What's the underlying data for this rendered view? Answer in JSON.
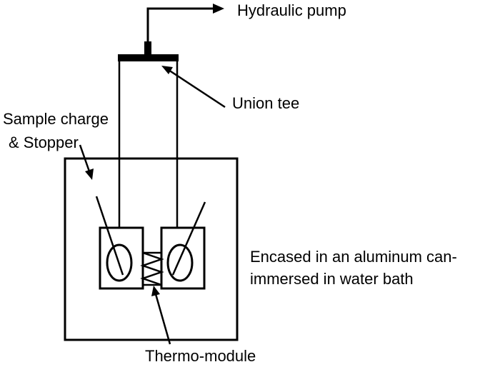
{
  "labels": {
    "hydraulic_pump": "Hydraulic pump",
    "union_tee": "Union tee",
    "sample_charge_line1": "Sample charge",
    "sample_charge_line2": "& Stopper",
    "encased_line1": "Encased in an aluminum can-",
    "encased_line2": "immersed in water bath",
    "thermo_module": "Thermo-module"
  },
  "colors": {
    "line": "#000000",
    "background": "#ffffff"
  }
}
